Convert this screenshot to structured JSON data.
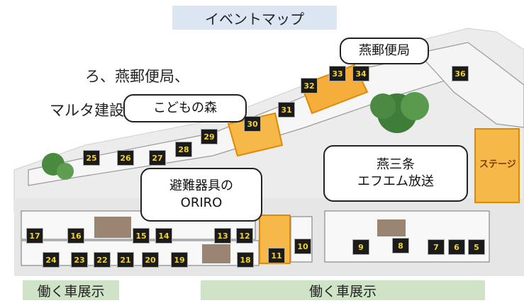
{
  "title": "イベントマップ",
  "side_text": {
    "line1": "ろ、燕郵便局、",
    "line2": "マルタ建設、"
  },
  "callouts": {
    "tsubame_post": "燕郵便局",
    "kids_forest": "こどもの森",
    "refuge_line1": "避難器具の",
    "refuge_line2": "ORIRO",
    "fm_line1": "燕三条",
    "fm_line2": "エフエム放送"
  },
  "stage_label": "ステージ",
  "bottom_labels": {
    "left": "働く車展示",
    "right": "働く車展示"
  },
  "booth_numbers": [
    "5",
    "6",
    "7",
    "8",
    "9",
    "10",
    "11",
    "12",
    "13",
    "14",
    "15",
    "16",
    "17",
    "18",
    "19",
    "20",
    "21",
    "22",
    "23",
    "24",
    "25",
    "26",
    "27",
    "28",
    "29",
    "30",
    "31",
    "32",
    "33",
    "34",
    "36"
  ]
}
